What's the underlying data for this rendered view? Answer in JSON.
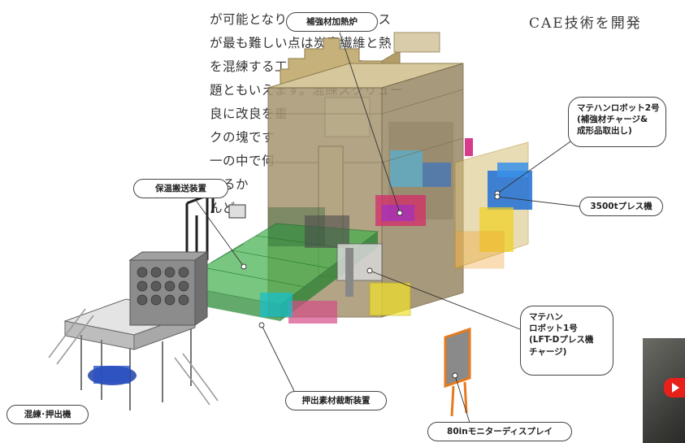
{
  "article": {
    "heading_fragment": "CAE技術を開発",
    "lines": [
      "が可能となりました。設備シス",
      "が最も難しい点は炭素繊維と熱",
      "を混練する工程で、この難しさ",
      "題ともいえます。混練スクリュー",
      "良に改良を重",
      "クの塊です",
      "一の中で何",
      "いるか",
      "んど"
    ]
  },
  "diagram": {
    "callouts": {
      "reinforcement_furnace": "補強材加熱炉",
      "robot2": [
        "マテハンロボット2号",
        "(補強材チャージ&",
        "成形品取出し)"
      ],
      "heat_conveyor": "保温搬送装置",
      "press": "3500tプレス機",
      "robot1": [
        "マテハン",
        "ロボット1号",
        "(LFT-Dプレス機",
        "チャージ)"
      ],
      "extruder": "混練･押出機",
      "cutter": "押出素材裁断装置",
      "monitor": "80inモニターディスプレイ"
    }
  },
  "video_thumbnail": {
    "play_color": "#e8201a"
  }
}
